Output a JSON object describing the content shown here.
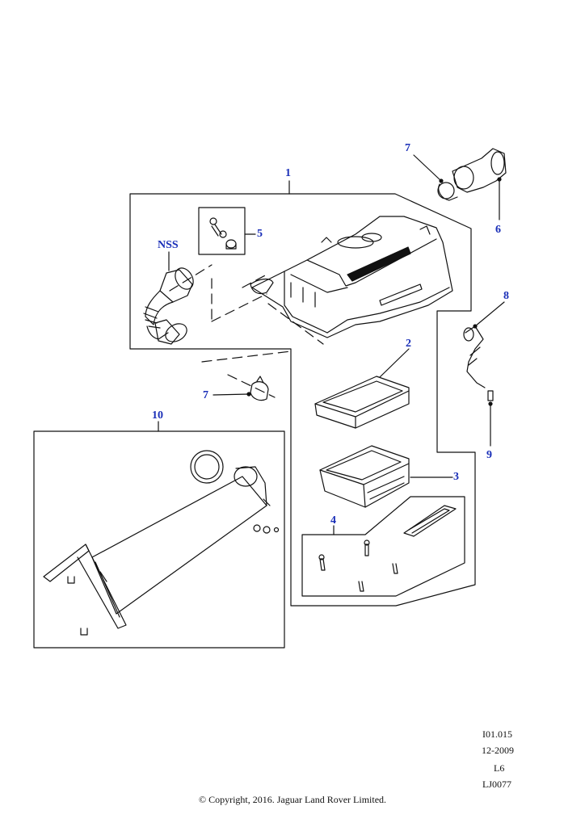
{
  "accent_color": "#1a2fb8",
  "callouts": {
    "c1": "1",
    "c2": "2",
    "c3": "3",
    "c4": "4",
    "c5": "5",
    "c6": "6",
    "c7_top": "7",
    "c7_mid": "7",
    "c8": "8",
    "c9": "9",
    "c10": "10",
    "nss": "NSS"
  },
  "meta": {
    "ref": "I01.015",
    "date": "12-2009",
    "page": "L6",
    "code": "LJ0077"
  },
  "copyright": "© Copyright, 2016. Jaguar Land Rover Limited."
}
